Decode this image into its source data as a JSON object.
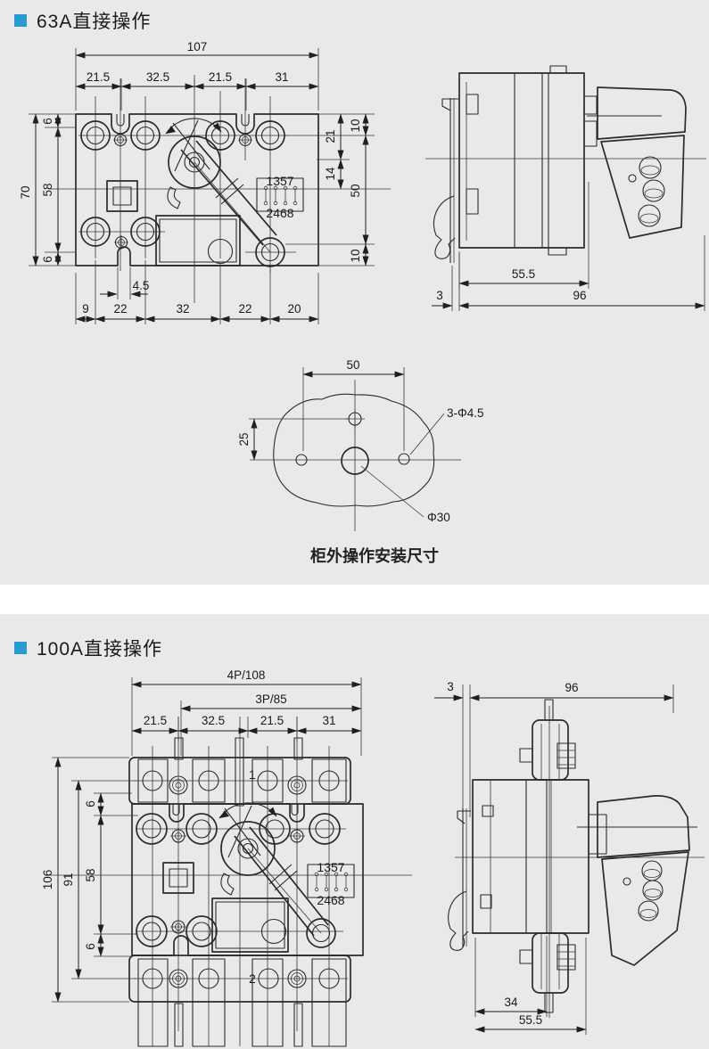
{
  "page": {
    "bg": "#e9e9e9",
    "accent": "#2a99d4",
    "band": "#ffffff",
    "line": "#2b2b2b"
  },
  "sec63": {
    "title": "63A直接操作",
    "front": {
      "w_total": "107",
      "w1": "21.5",
      "w2": "32.5",
      "w3": "21.5",
      "w4": "31",
      "h_total": "70",
      "h_mid": "58",
      "h_top": "6",
      "h_bot": "6",
      "r_21": "21",
      "r_14": "14",
      "r_10t": "10",
      "r_50": "50",
      "r_10b": "10",
      "slot": "4.5",
      "b1": "9",
      "b2": "22",
      "b3": "32",
      "b4": "22",
      "b5": "20",
      "pins_top": "1357",
      "pins_bot": "2468"
    },
    "side": {
      "depth": "55.5",
      "rail": "3",
      "total": "96"
    },
    "mount": {
      "w": "50",
      "h": "25",
      "holes": "3-Φ4.5",
      "center": "Φ30",
      "caption": "柜外操作安装尺寸"
    }
  },
  "sec100": {
    "title": "100A直接操作",
    "front": {
      "w4p": "4P/108",
      "w3p": "3P/85",
      "w1": "21.5",
      "w2": "32.5",
      "w3": "21.5",
      "w4": "31",
      "h_total": "106",
      "h_91": "91",
      "h_58": "58",
      "h_top": "6",
      "h_bot": "6",
      "pole1": "1",
      "pole2": "2",
      "pins_top": "1357",
      "pins_bot": "2468"
    },
    "side": {
      "rail": "3",
      "total": "96",
      "d34": "34",
      "depth": "55.5"
    }
  }
}
